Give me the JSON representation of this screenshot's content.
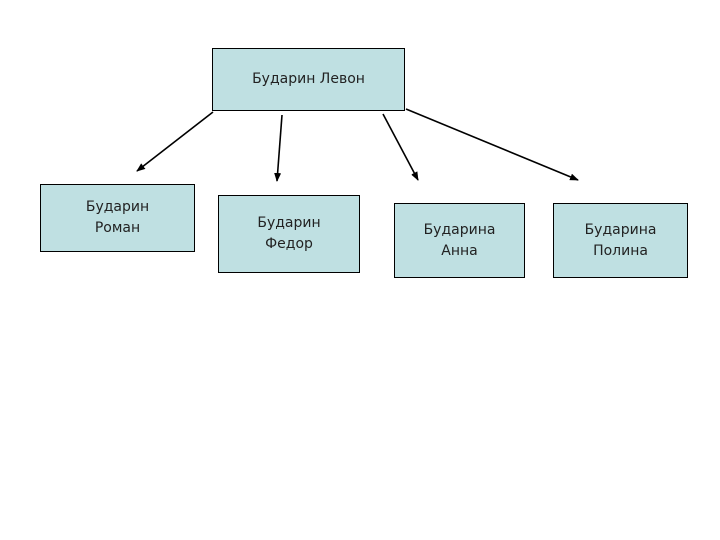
{
  "diagram": {
    "root": {
      "label": "Бударин Левон"
    },
    "children": [
      {
        "line1": "Бударин",
        "line2": "Роман"
      },
      {
        "line1": "Бударин",
        "line2": "Федор"
      },
      {
        "line1": "Бударина",
        "line2": "Анна"
      },
      {
        "line1": "Бударина",
        "line2": "Полина"
      }
    ],
    "edges": [
      {
        "from": "Бударин Левон",
        "to": "Бударин Роман"
      },
      {
        "from": "Бударин Левон",
        "to": "Бударин Федор"
      },
      {
        "from": "Бударин Левон",
        "to": "Бударина Анна"
      },
      {
        "from": "Бударин Левон",
        "to": "Бударина Полина"
      }
    ]
  },
  "colors": {
    "background": "#ffffff",
    "box_fill": "#bfe0e2",
    "box_border": "#000000",
    "arrow": "#000000",
    "text": "#222222"
  }
}
